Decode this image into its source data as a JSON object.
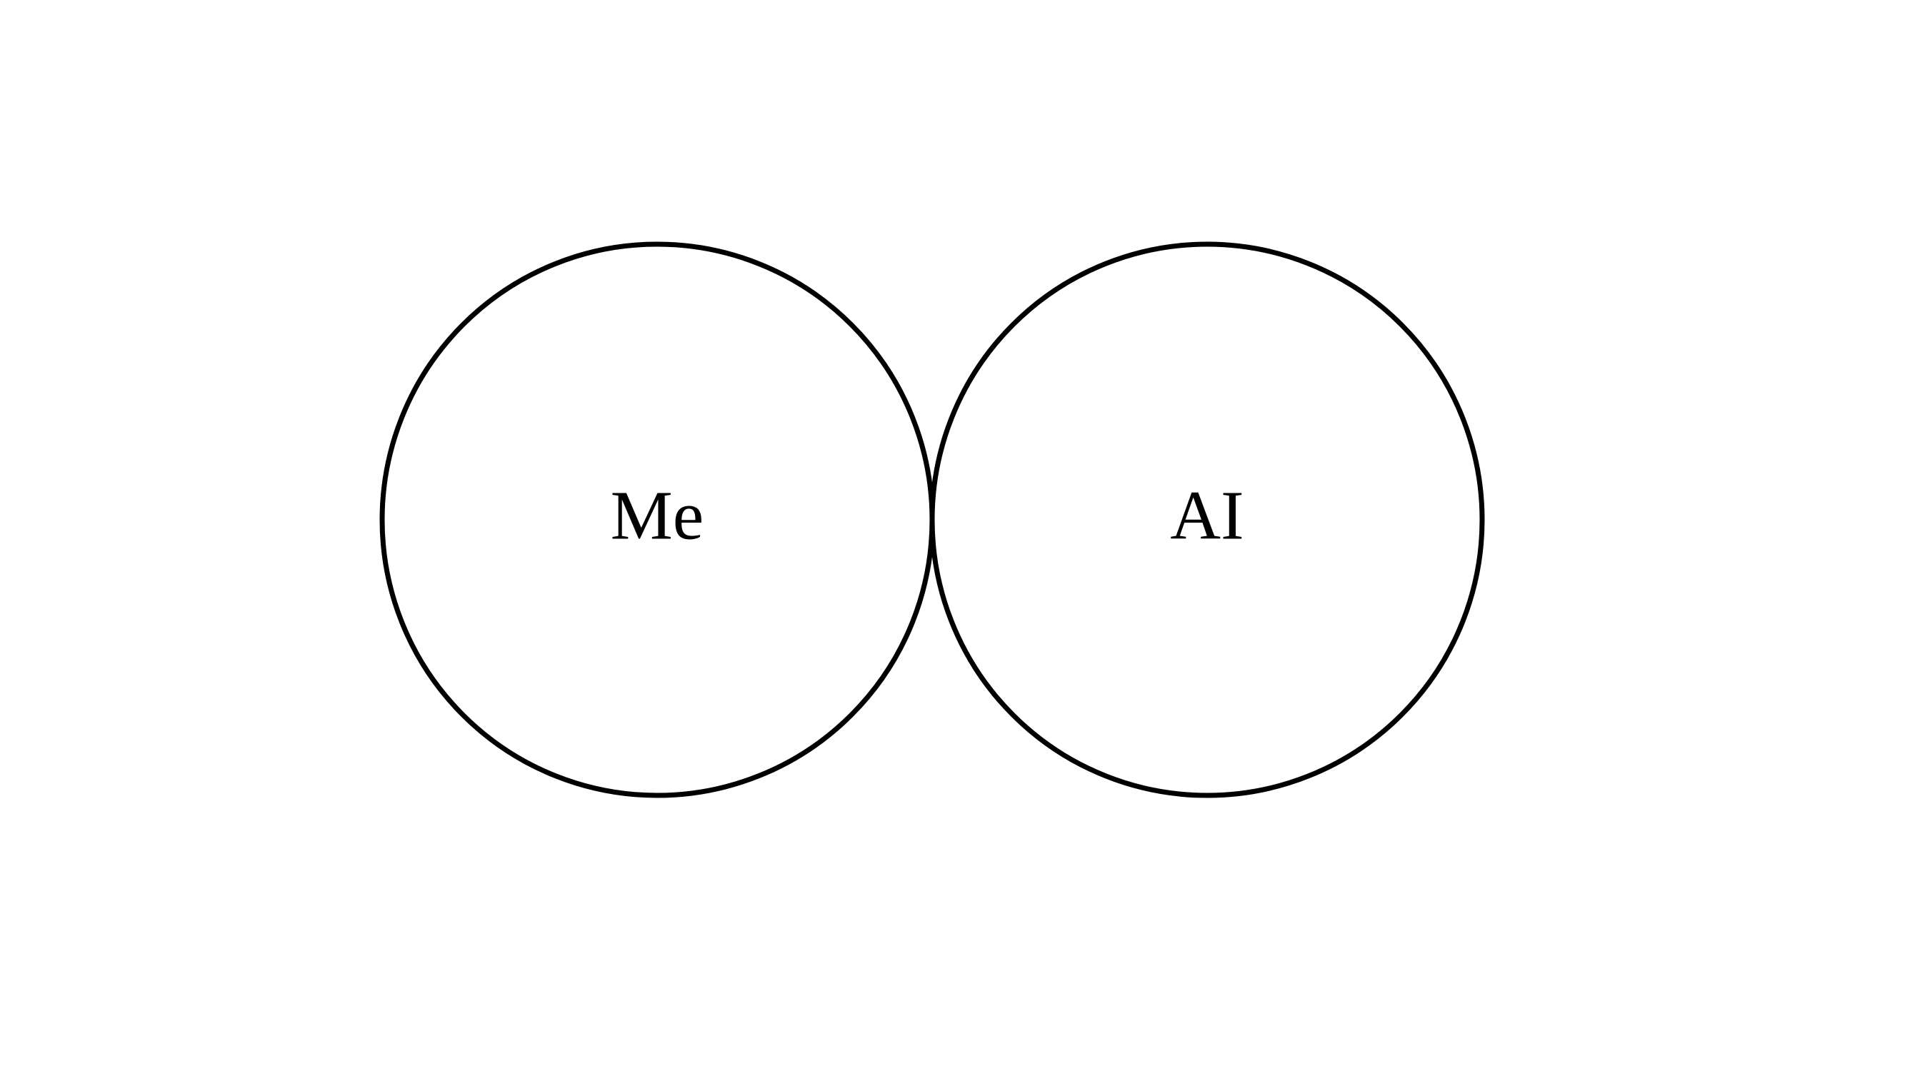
{
  "diagram": {
    "type": "two-circle diagram",
    "stroke_color": "#000000",
    "text_color": "#000000",
    "background_color": "#ffffff",
    "circles": [
      {
        "label": "Me"
      },
      {
        "label": "AI"
      }
    ]
  }
}
